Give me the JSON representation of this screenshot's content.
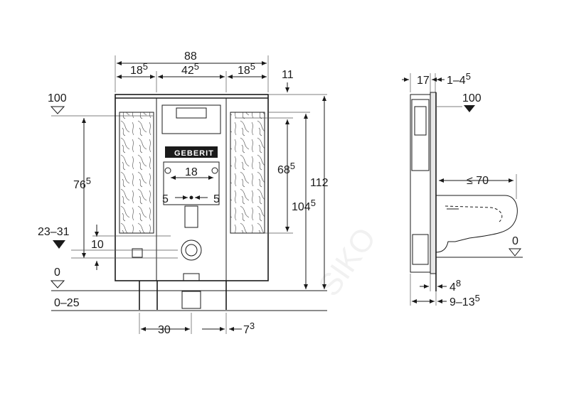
{
  "front_view": {
    "width_total": "88",
    "left_panel": "18",
    "left_panel_sup": "5",
    "center": "42",
    "center_sup": "5",
    "right_panel": "18",
    "right_panel_sup": "5",
    "top_offset": "11",
    "level_top": "100",
    "height_total": "112",
    "height_frame": "104",
    "height_frame_sup": "5",
    "height_left": "76",
    "height_left_sup": "5",
    "height_right": "68",
    "height_right_sup": "5",
    "bolt_spacing": "18",
    "offset_left": "5",
    "offset_right": "5",
    "level_adjust": "23–31",
    "small_height": "10",
    "level_floor": "0",
    "floor_range": "0–25",
    "bottom_width": "30",
    "bottom_offset": "7",
    "bottom_offset_sup": "3",
    "brand": "GEBERIT"
  },
  "side_view": {
    "depth": "17",
    "wall_gap": "1–4",
    "wall_gap_sup": "5",
    "level_top": "100",
    "max_projection": "≤ 70",
    "level_floor": "0",
    "foot_offset": "4",
    "foot_offset_sup": "8",
    "wall_range": "9–13",
    "wall_range_sup": "5"
  }
}
